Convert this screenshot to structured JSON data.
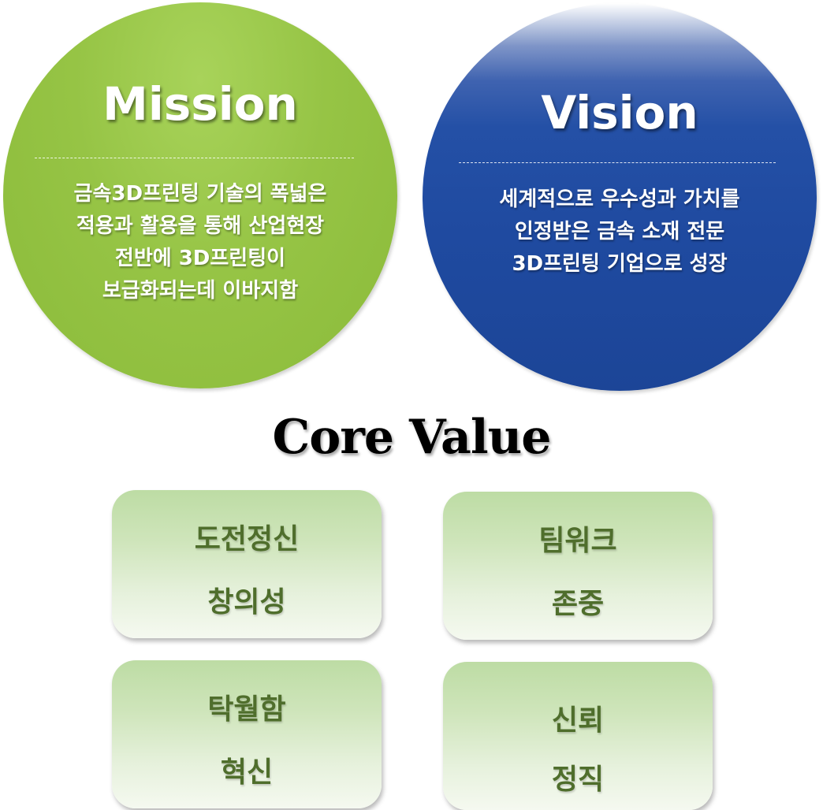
{
  "mission": {
    "title": "Mission",
    "lines": [
      "금속3D프린팅 기술의 폭넓은",
      "적용과 활용을 통해 산업현장",
      "전반에 3D프린팅이",
      "보급화되는데 이바지함"
    ],
    "color": "#96c445"
  },
  "vision": {
    "title": "Vision",
    "lines": [
      "세계적으로 우수성과 가치를",
      "인정받은 금속 소재 전문",
      "3D프린팅 기업으로 성장"
    ],
    "color": "#2450a6"
  },
  "core_value": {
    "title": "Core Value",
    "cards": [
      {
        "line1": "도전정신",
        "line2": "창의성"
      },
      {
        "line1": "팀워크",
        "line2": "존중"
      },
      {
        "line1": "탁월함",
        "line2": "혁신"
      },
      {
        "line1": "신뢰",
        "line2": "정직"
      }
    ],
    "card_text_color": "#4f6e2c"
  }
}
